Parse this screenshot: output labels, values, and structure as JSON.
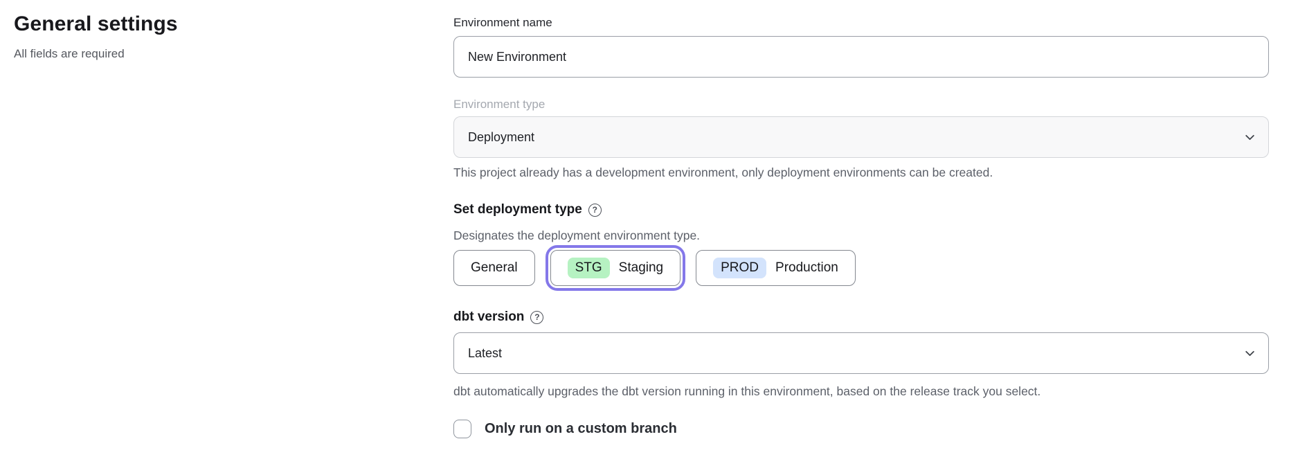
{
  "page": {
    "title": "General settings",
    "subtitle": "All fields are required"
  },
  "form": {
    "environment_name": {
      "label": "Environment name",
      "value": "New Environment"
    },
    "environment_type": {
      "label": "Environment type",
      "value": "Deployment",
      "disabled": true,
      "helper": "This project already has a development environment, only deployment environments can be created."
    },
    "deployment_type": {
      "heading": "Set deployment type",
      "description": "Designates the deployment environment type.",
      "options": [
        {
          "label": "General",
          "badge": "",
          "selected": false
        },
        {
          "label": "Staging",
          "badge": "STG",
          "badge_color": "#b6f2c2",
          "selected": true
        },
        {
          "label": "Production",
          "badge": "PROD",
          "badge_color": "#d3e3fc",
          "selected": false
        }
      ]
    },
    "dbt_version": {
      "label": "dbt version",
      "value": "Latest",
      "helper": "dbt automatically upgrades the dbt version running in this environment, based on the release track you select."
    },
    "custom_branch": {
      "label": "Only run on a custom branch",
      "checked": false
    }
  },
  "icons": {
    "help": "?",
    "chevron_down": "chevron-down"
  },
  "colors": {
    "accent_purple": "#8478e9",
    "badge_green": "#b6f2c2",
    "badge_blue": "#d3e3fc",
    "helper_gray": "#5c6069",
    "disabled_label": "#a4a8af"
  }
}
